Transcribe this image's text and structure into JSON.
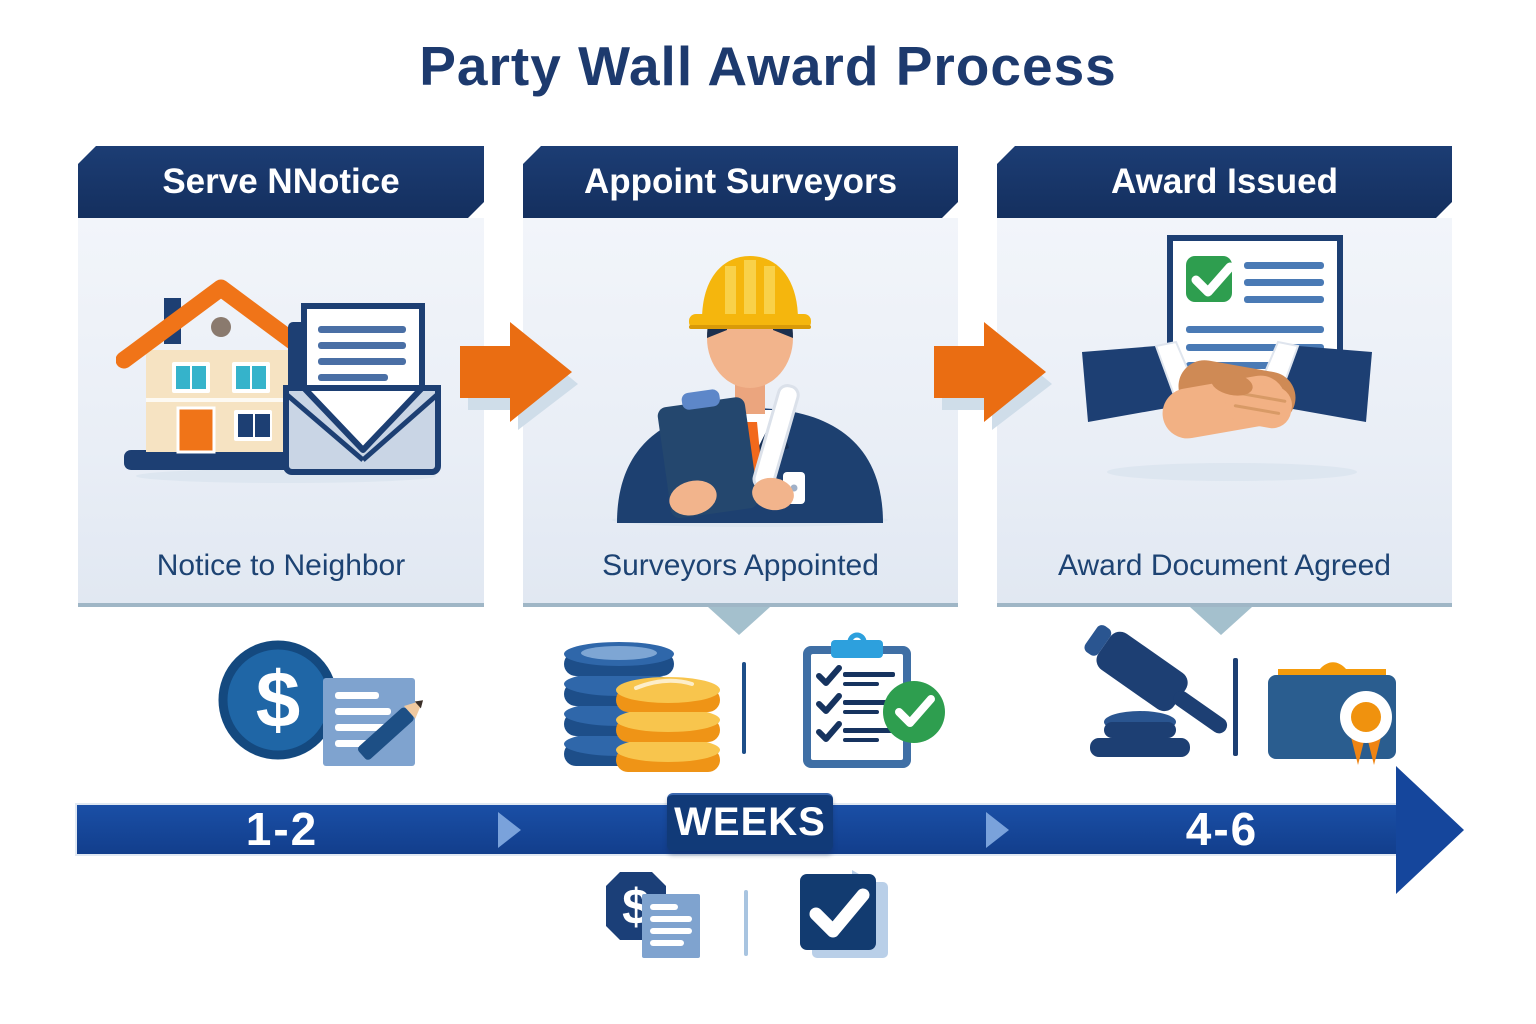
{
  "title": "Party Wall Award Process",
  "steps": [
    {
      "header": "Serve NNotice",
      "caption": "Notice to Neighbor"
    },
    {
      "header": "Appoint Surveyors",
      "caption": "Surveyors Appointed"
    },
    {
      "header": "Award Issued",
      "caption": "Award Document Agreed"
    }
  ],
  "timeline": {
    "left_duration": "1-2",
    "unit_label": "WEEKS",
    "right_duration": "4-6"
  },
  "glyphs": {
    "dollar": "$"
  },
  "icons": {
    "step1": "house-with-notice-envelope",
    "step2": "surveyor-with-clipboard",
    "step3": "signed-document-handshake",
    "below_step1": [
      "dollar-circle",
      "agreement-note-pencil"
    ],
    "below_step2": [
      "coin-stacks",
      "checklist-clipboard-green-check"
    ],
    "below_step3": [
      "gavel",
      "certificate-folder"
    ],
    "below_timeline": [
      "fees-dollar-document",
      "approval-check-square"
    ]
  },
  "colors": {
    "navy_header": "#16336a",
    "navy_text": "#1d3a6e",
    "timeline_blue": "#14459c",
    "accent_orange": "#e8680f",
    "green_check": "#2e9e4f",
    "panel_bg_top": "#f2f5fa",
    "panel_bg_bottom": "#e1e8f2"
  }
}
